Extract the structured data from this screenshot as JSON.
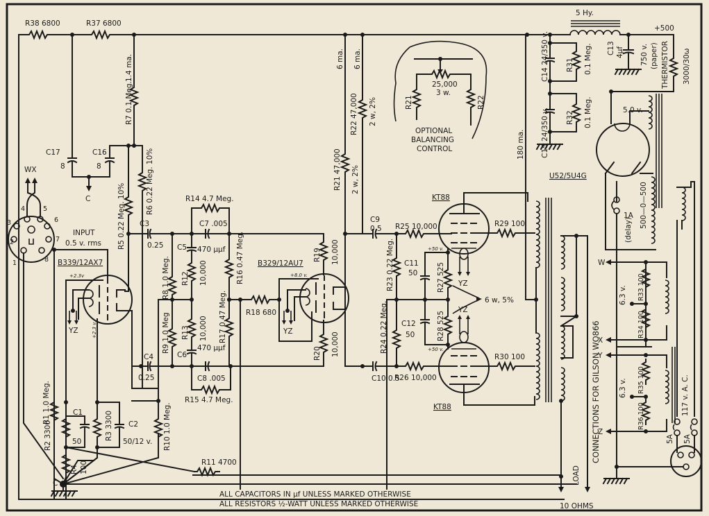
{
  "title": "Amplifier schematic: 12AX7 / 12AU7 driver, push-pull KT88 output, 5U4G rectifier",
  "colors": {
    "paper": "#efe8d6",
    "ink": "#1a1a1a"
  },
  "tubes": {
    "v1": "B339/12AX7",
    "v2": "B329/12AU7",
    "v3": "KT88",
    "v4": "KT88",
    "rect": "U52/5U4G"
  },
  "input": {
    "label": "INPUT",
    "level": "0.5 v. rms",
    "socket_label": "WX",
    "pins": [
      "1",
      "2",
      "3",
      "4",
      "5",
      "6",
      "7",
      "8"
    ]
  },
  "resistors": {
    "R38": "R38  6800",
    "R37": "R37 6800",
    "R7": "R7 0.1 Meg.",
    "R7_current": "1.4 ma.",
    "R6": "R6 0.22 Meg.  10%",
    "R5": "R5 0.22 Meg.  10%",
    "R14": "R14  4.7 Meg.",
    "R15": "R15  4.7 Meg.",
    "R8": "R8 1.0 Meg.",
    "R9": "R9 1.0 Meg",
    "R12": "R12",
    "R12_val": "10,000",
    "R13": "R13",
    "R13_val": "10,000",
    "R16": "R16 0.47 Meg.",
    "R17": "R17 0.47 Meg.",
    "R18": "R18  680",
    "R19": "R19",
    "R19_val": "10,000",
    "R20": "R20",
    "R20_val": "10,000",
    "R1": "R1  1.0 Meg.",
    "R2": "R2  3300",
    "R3": "R3  3300",
    "R4": "R4",
    "R4_val": "100",
    "R10": "R10 1.0 Meg.",
    "R11": "R11 4700",
    "R21": "R21 47,000",
    "R21_rating": "2 w, 2%",
    "R22": "R22 47,000",
    "R22_rating": "2 w, 2%",
    "R21_current": "6 ma.",
    "R22_current": "6 ma.",
    "R23": "R23 0.22 Meg.",
    "R24": "R24  0.22 Meg.",
    "R25": "R25  10,000",
    "R26": "R26  10,000",
    "R27": "R27  525",
    "R28": "R28  525",
    "R27_R28_rating": "6 w, 5%",
    "R29": "R29  100",
    "R30": "R30  100",
    "R31": "R31",
    "R31_val": "0.1 Meg.",
    "R32": "R32",
    "R32_val": "0.1 Meg.",
    "R33": "R33 100",
    "R34": "R34 100",
    "R35": "R35 100",
    "R36": "R36 100"
  },
  "capacitors": {
    "C17": "C17",
    "C17_val": "8",
    "C16": "C16",
    "C16_val": "8",
    "C3": "C3",
    "C3_val": "0.25",
    "C4": "C4",
    "C4_val": "0.25",
    "C5": "C5",
    "C5_val": "470 µµf",
    "C6": "C6",
    "C6_val": "470 µµf",
    "C7": "C7  .005",
    "C8": "C8  .005",
    "C1": "C1",
    "C1_val": "50",
    "C2": "C2",
    "C2_val": "50/12 v.",
    "C9": "C9",
    "C9_val": "0.5",
    "C10": "C10  0.5",
    "C11": "C11",
    "C11_val": "50",
    "C12": "C12",
    "C12_val": "50",
    "C13": "C13",
    "C13_val": "4µf",
    "C13_rating": "750 v.",
    "C13_type": "(paper)",
    "C14": "C14 24/350 v.",
    "C15": "C15  24/350 v."
  },
  "balancing": {
    "pot": "25,000",
    "pot_rating": "3 w.",
    "r_left": "R21",
    "r_right": "R22",
    "caption": [
      "OPTIONAL",
      "BALANCING",
      "CONTROL"
    ]
  },
  "power": {
    "choke": "5 Hy.",
    "bplus": "+500",
    "thermistor": "THERMISTOR",
    "thermistor_val": "3000/30ω",
    "heater_rect": "5.0 v.",
    "hv_winding": "500—0—500",
    "fuse_delay": "1A",
    "fuse_delay_note": "(delay)",
    "ma_total": "180 ma.",
    "heater1": "6.3 v.",
    "heater2": "6.3 v.",
    "w": "W",
    "x": "X",
    "y": "Y",
    "z": "Z",
    "ac": "117 v.   A. C.",
    "fuse1": "5A",
    "fuse2": "5A"
  },
  "voltages": {
    "v1_cathode_a": "+2.3v",
    "v1_cathode_b": "+2.3 v.",
    "v2_cathode": "+8.0 v.",
    "kt_cathode_a": "+50 v.",
    "kt_cathode_b": "+50 v."
  },
  "heater_tags": {
    "yz": "YZ",
    "c": "C"
  },
  "output": {
    "connections": "CONNECTIONS FOR GILSON WO866",
    "load": "LOAD",
    "ohms": "10 OHMS"
  },
  "notes": [
    "ALL CAPACITORS IN µf UNLESS MARKED OTHERWISE",
    "ALL RESISTORS ½-WATT UNLESS MARKED OTHERWISE"
  ]
}
